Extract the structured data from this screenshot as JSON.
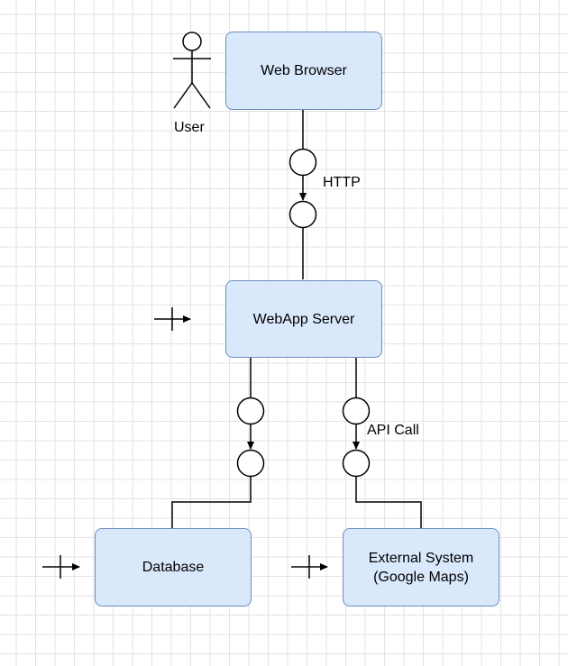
{
  "diagram": {
    "nodes": {
      "web_browser": "Web Browser",
      "webapp_server": "WebApp Server",
      "database": "Database",
      "external_system": "External System\n(Google Maps)"
    },
    "actor": {
      "label": "User"
    },
    "connections": {
      "http": "HTTP",
      "api_call": "API Call"
    },
    "colors": {
      "node_fill": "#dae8fc",
      "node_border": "#6c8ebf",
      "line": "#000000",
      "grid": "#e3e3e3"
    }
  }
}
